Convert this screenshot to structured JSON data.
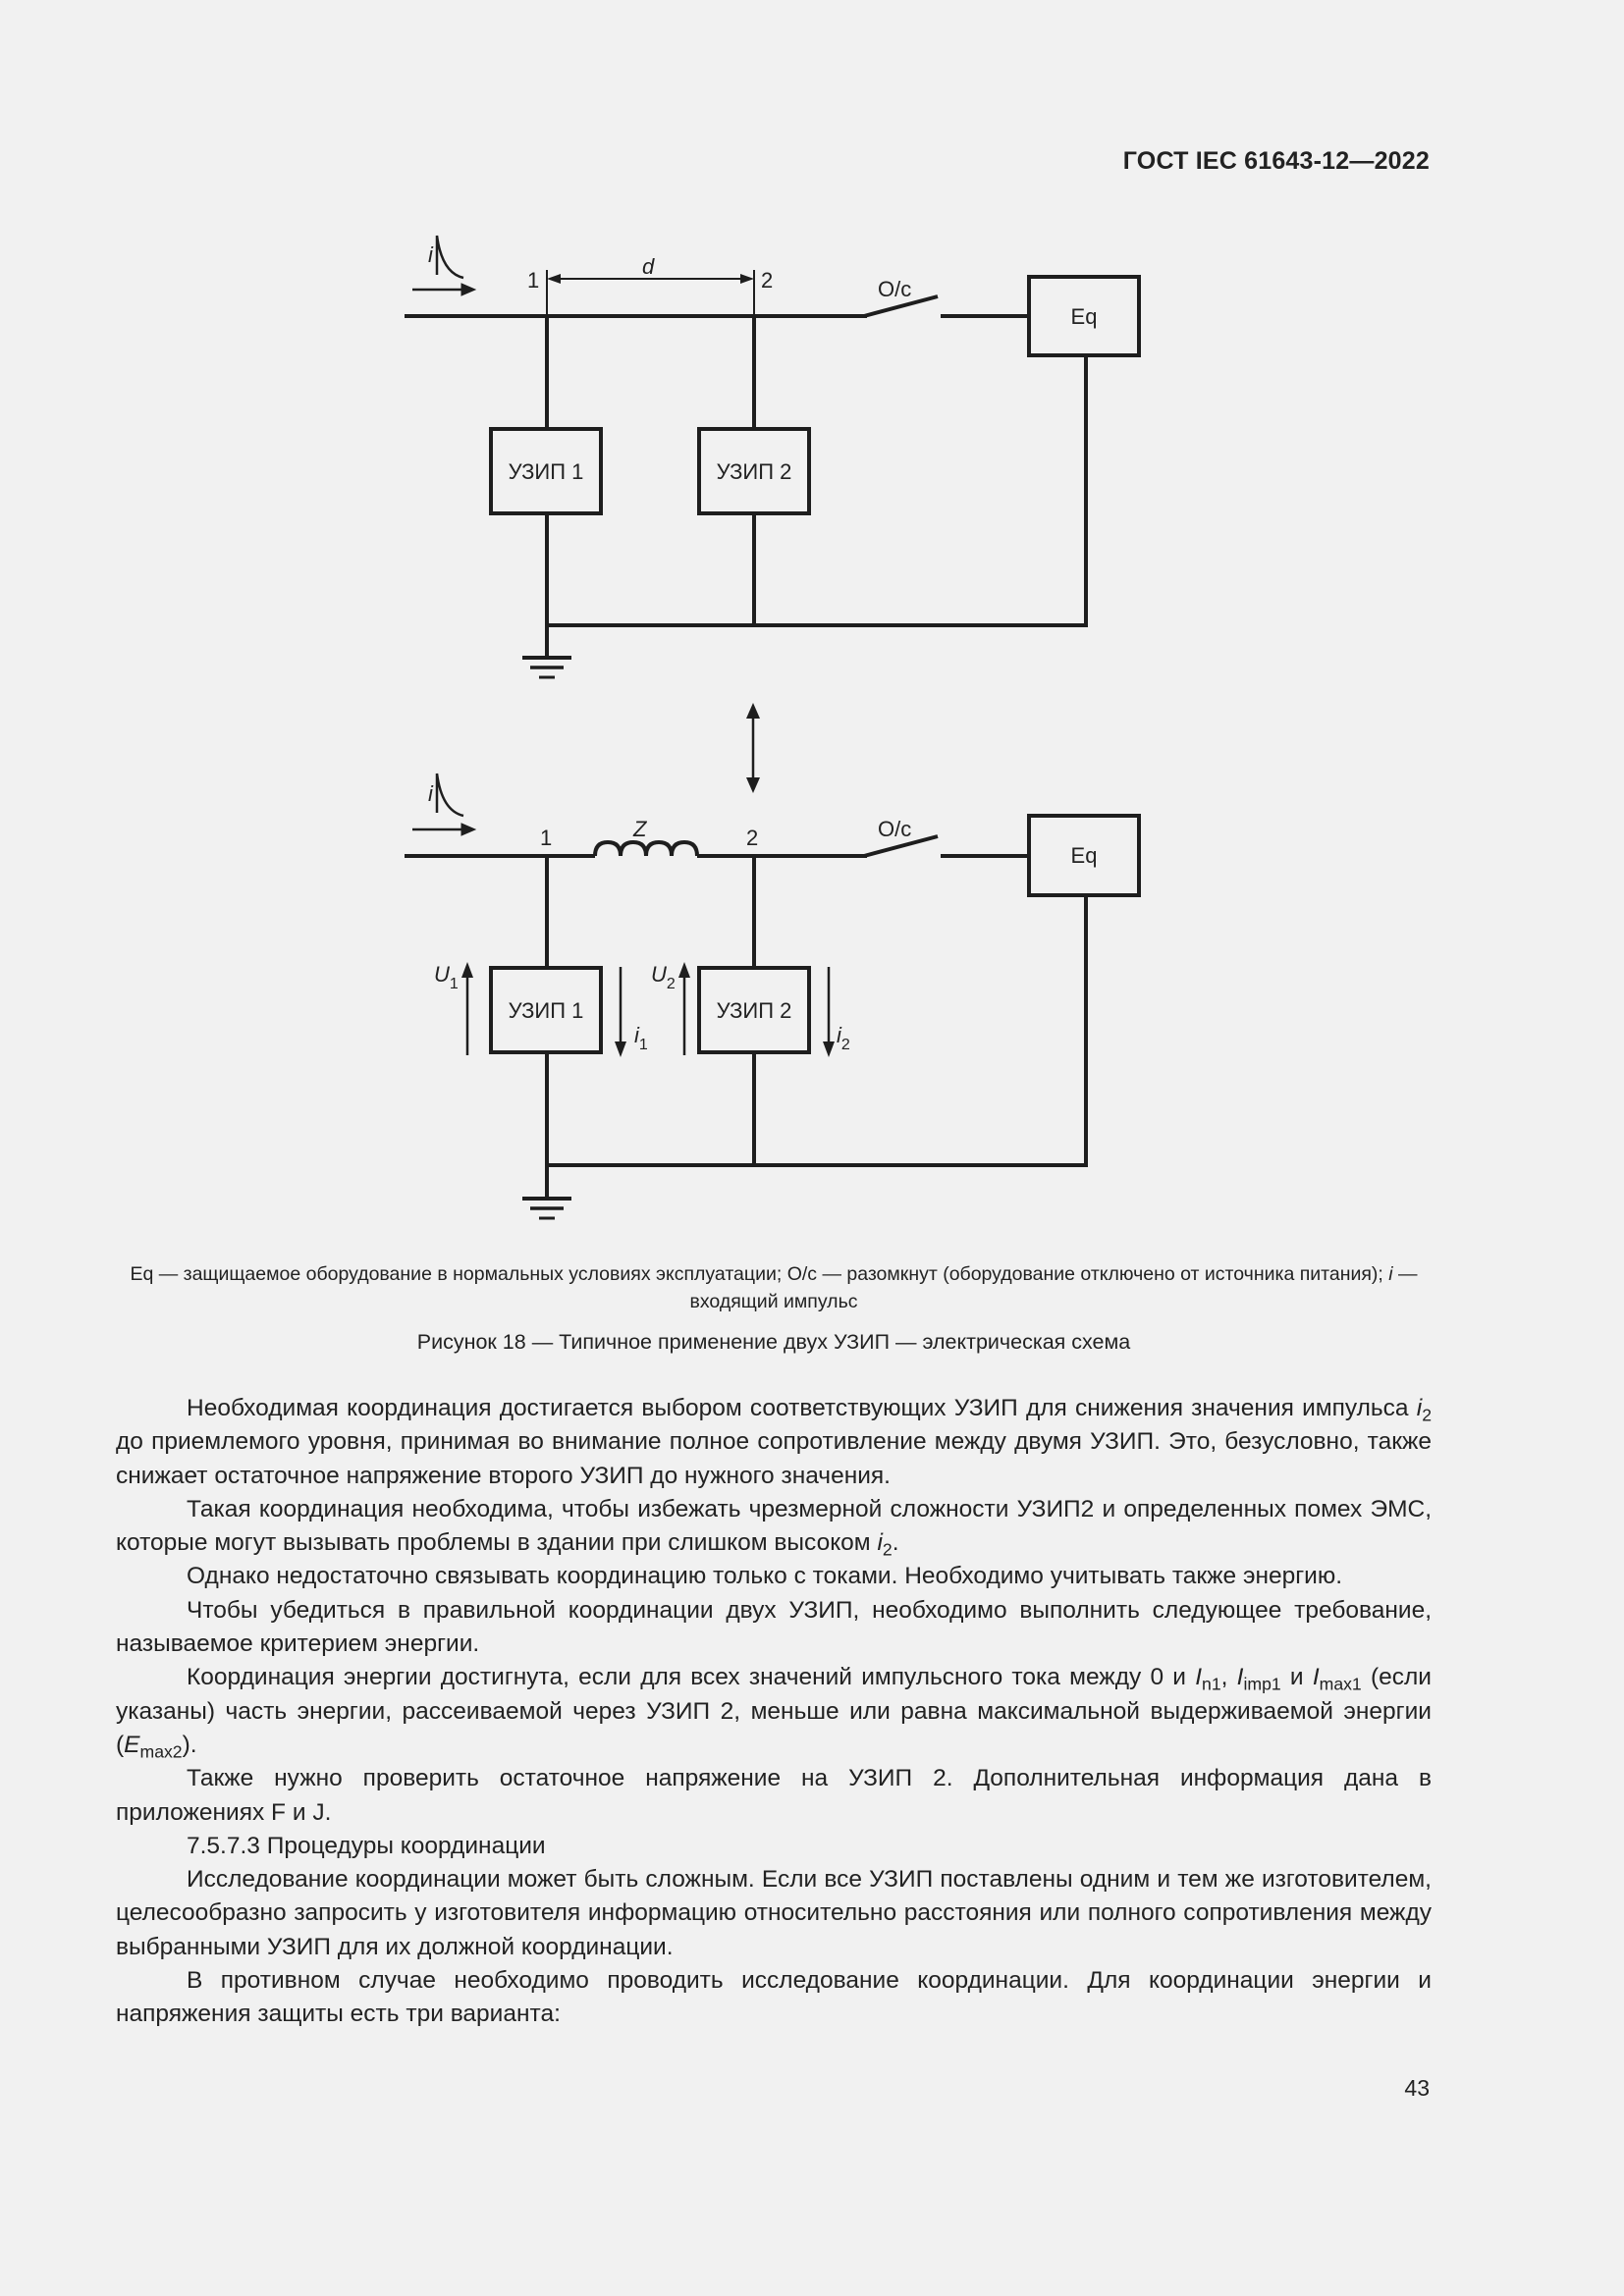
{
  "header": {
    "standard": "ГОСТ IEC 61643-12—2022"
  },
  "figure": {
    "top": {
      "current_label": "i",
      "node1": "1",
      "node2": "2",
      "distance_label": "d",
      "switch_label": "O/c",
      "equipment_label": "Eq",
      "spd1_label": "УЗИП 1",
      "spd2_label": "УЗИП 2"
    },
    "bottom": {
      "current_label": "i",
      "node1": "1",
      "node2": "2",
      "impedance_label": "Z",
      "switch_label": "O/c",
      "equipment_label": "Eq",
      "spd1_label": "УЗИП 1",
      "spd2_label": "УЗИП 2",
      "u1_main": "U",
      "u1_sub": "1",
      "u2_main": "U",
      "u2_sub": "2",
      "i1_main": "i",
      "i1_sub": "1",
      "i2_main": "i",
      "i2_sub": "2"
    },
    "legend": {
      "part1": "Eq — защищаемое оборудование в нормальных условиях эксплуатации; O/c — разомкнут (оборудование отключено от источника питания); ",
      "i_symbol": "i",
      "part2": " — входящий импульс"
    },
    "caption": "Рисунок 18 — Типичное применение двух УЗИП — электрическая схема"
  },
  "body": {
    "p1": {
      "a": "Необходимая координация достигается выбором соответствующих УЗИП для снижения значения импульса ",
      "sym_main": "i",
      "sym_sub": "2",
      "b": " до приемлемого уровня, принимая во внимание полное сопротивление между двумя УЗИП. Это, безусловно, также снижает остаточное напряжение второго УЗИП до нужного значения."
    },
    "p2": {
      "a": "Такая координация необходима, чтобы избежать чрезмерной сложности УЗИП2 и определенных помех ЭМС, которые могут вызывать проблемы в здании при слишком высоком ",
      "sym_main": "i",
      "sym_sub": "2",
      "b": "."
    },
    "p3": "Однако недостаточно связывать координацию только с токами. Необходимо учитывать также энергию.",
    "p4": "Чтобы убедиться в правильной координации двух УЗИП, необходимо выполнить следующее требование, называемое критерием энергии.",
    "p5": {
      "a": "Координация энергии достигнута, если для всех значений импульсного тока между 0 и ",
      "in_main": "I",
      "in_sub": "n1",
      "sep1": ", ",
      "iimp_main": "I",
      "iimp_sub": "imp1",
      "and": " и ",
      "imax_main": "I",
      "imax_sub": "max1",
      "b": " (если указаны) часть энергии, рассеиваемой через УЗИП 2, меньше или равна максимальной выдерживаемой энергии (",
      "emax_main": "E",
      "emax_sub": "max2",
      "c": ")."
    },
    "p6": "Также нужно проверить остаточное напряжение на УЗИП 2. Дополнительная информация дана в приложениях F и J.",
    "p7": "7.5.7.3 Процедуры координации",
    "p8": "Исследование координации может быть сложным. Если все УЗИП поставлены одним и тем же изготовителем, целесообразно запросить у изготовителя информацию относительно расстояния или полного сопротивления между выбранными УЗИП для их должной координации.",
    "p9": "В противном случае необходимо проводить исследование координации. Для координации энергии и напряжения защиты есть три варианта:"
  },
  "page_number": "43"
}
